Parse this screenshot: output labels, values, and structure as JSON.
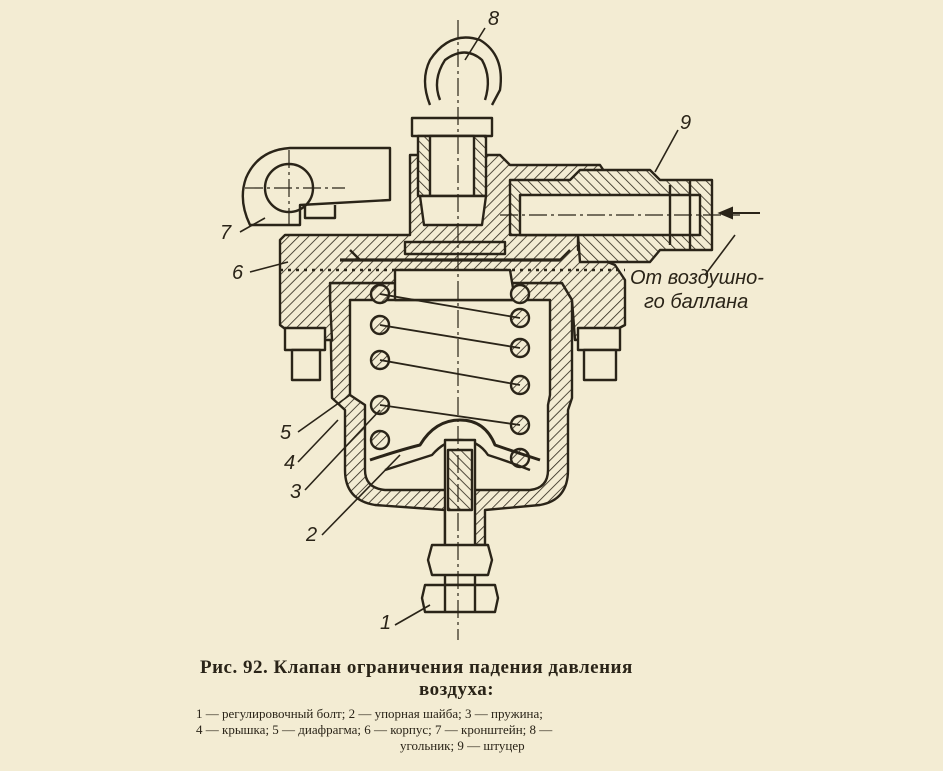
{
  "labels": {
    "n1": "1",
    "n2": "2",
    "n3": "3",
    "n4": "4",
    "n5": "5",
    "n6": "6",
    "n7": "7",
    "n8": "8",
    "n9": "9"
  },
  "air_note": {
    "line1": "От воздушно-",
    "line2": "го баллана"
  },
  "caption": {
    "title_line1": "Рис. 92. Клапан ограничения падения давления",
    "title_line2": "воздуха:",
    "legend_line1": "1 — регулировочный болт; 2 — упорная шайба; 3 — пружина;",
    "legend_line2": "4 — крышка; 5 — диафрагма; 6 — корпус; 7 — кронштейн; 8 —",
    "legend_line3": "угольник; 9 — штуцер"
  },
  "colors": {
    "paper": "#f3ecd3",
    "ink": "#2a2418"
  }
}
